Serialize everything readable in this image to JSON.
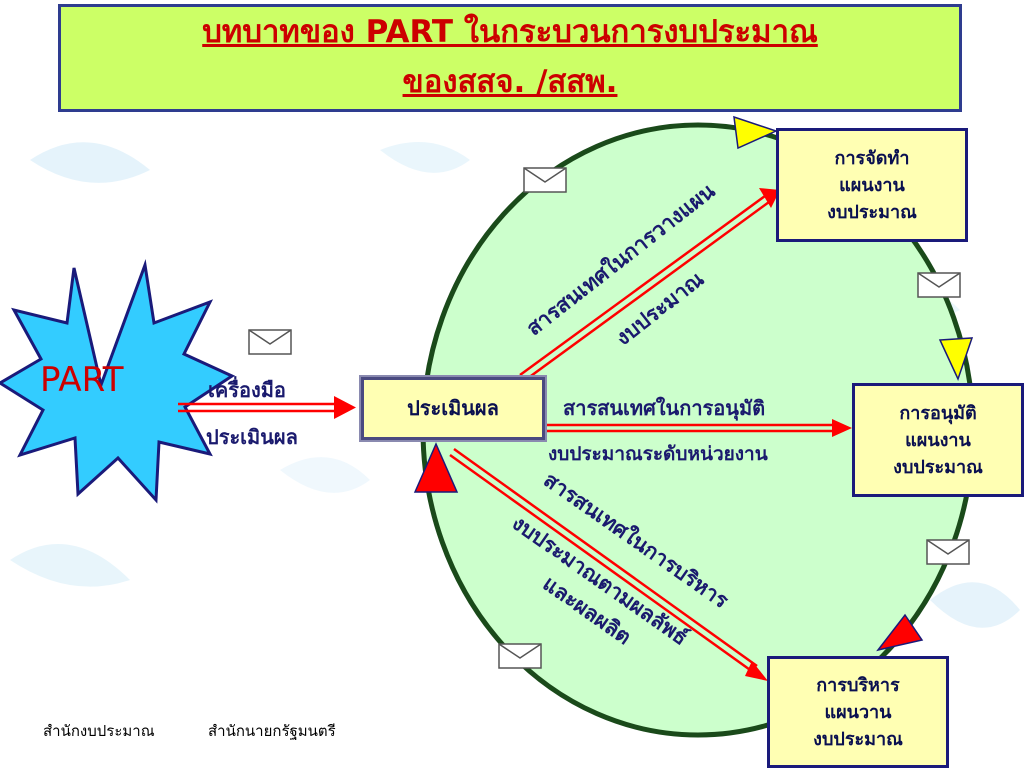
{
  "title": {
    "line1": "บทบาทของ PART ในกระบวนการงบประมาณ",
    "line2": "ของสสจ. /สสพ."
  },
  "part_star": {
    "label": "PART",
    "fill": "#33ccff",
    "text_color": "#cc0000"
  },
  "tool_label": {
    "line1": "เครื่องมือ",
    "line2": "ประเมินผล"
  },
  "center_box": {
    "label": "ประเมินผล"
  },
  "boxes": [
    {
      "lines": [
        "การจัดทำ",
        "แผนงาน",
        "งบประมาณ"
      ]
    },
    {
      "lines": [
        "การอนุมัติ",
        "แผนงาน",
        "งบประมาณ"
      ]
    },
    {
      "lines": [
        "การบริหาร",
        "แผนวาน",
        "งบประมาณ"
      ]
    }
  ],
  "arrow_labels": {
    "upper": {
      "line1": "สารสนเทศในการวางแผน",
      "line2": "งบประมาณ"
    },
    "middle": {
      "line1": "สารสนเทศในการอนุมัติ",
      "line2": "งบประมาณระดับหน่วยงาน"
    },
    "lower": {
      "line1": "สารสนเทศในการบริหาร",
      "line2": "งบประมาณตามผลลัพธ์",
      "line3": "และผลผลิต"
    }
  },
  "footer": {
    "left": "สำนักงบประมาณ",
    "right": "สำนักนายกรัฐมนตรี"
  },
  "colors": {
    "title_bg": "#ccff66",
    "title_text": "#cc0000",
    "ellipse_fill": "#ccffcc",
    "ellipse_stroke": "#1a4a1a",
    "box_fill": "#ffffb3",
    "box_border": "#1a1a7a",
    "arrow_red": "#ff0000",
    "triangle_yellow": "#ffff00",
    "label_text": "#1a1a6e"
  },
  "icons": [
    "envelope-icon",
    "yellow-triangle-icon",
    "red-triangle-icon",
    "star-burst-icon"
  ]
}
